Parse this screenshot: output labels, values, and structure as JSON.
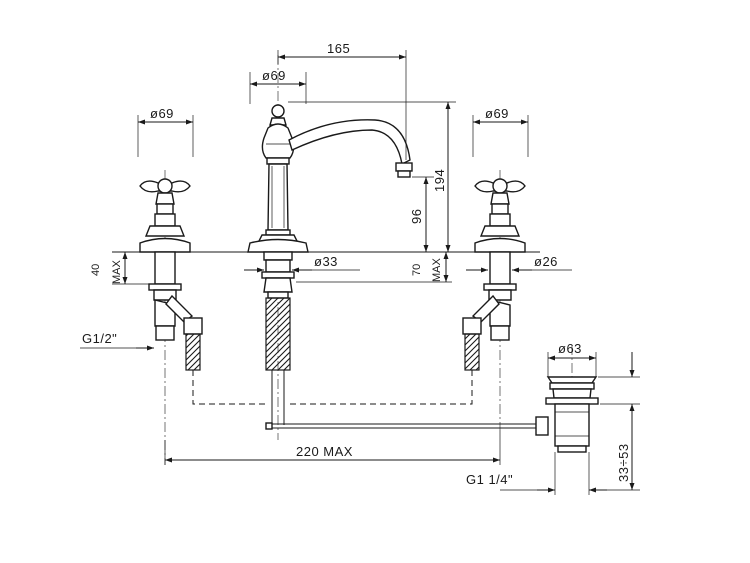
{
  "drawing": {
    "labels": {
      "spout_reach": "165",
      "spout_diameter": "ø69",
      "left_handle_diameter": "ø69",
      "right_handle_diameter": "ø69",
      "total_height": "194",
      "spout_height": "96",
      "deck_thickness_value": "40",
      "deck_thickness_note": "MAX",
      "shank_diameter": "ø33",
      "shank_length_value": "70",
      "shank_length_note": "MAX",
      "valve_shank_diameter": "ø26",
      "inlet_thread": "G1/2\"",
      "waste_diameter": "ø63",
      "waste_range": "33÷53",
      "centers": "220  MAX",
      "waste_thread": "G1  1/4\""
    }
  }
}
